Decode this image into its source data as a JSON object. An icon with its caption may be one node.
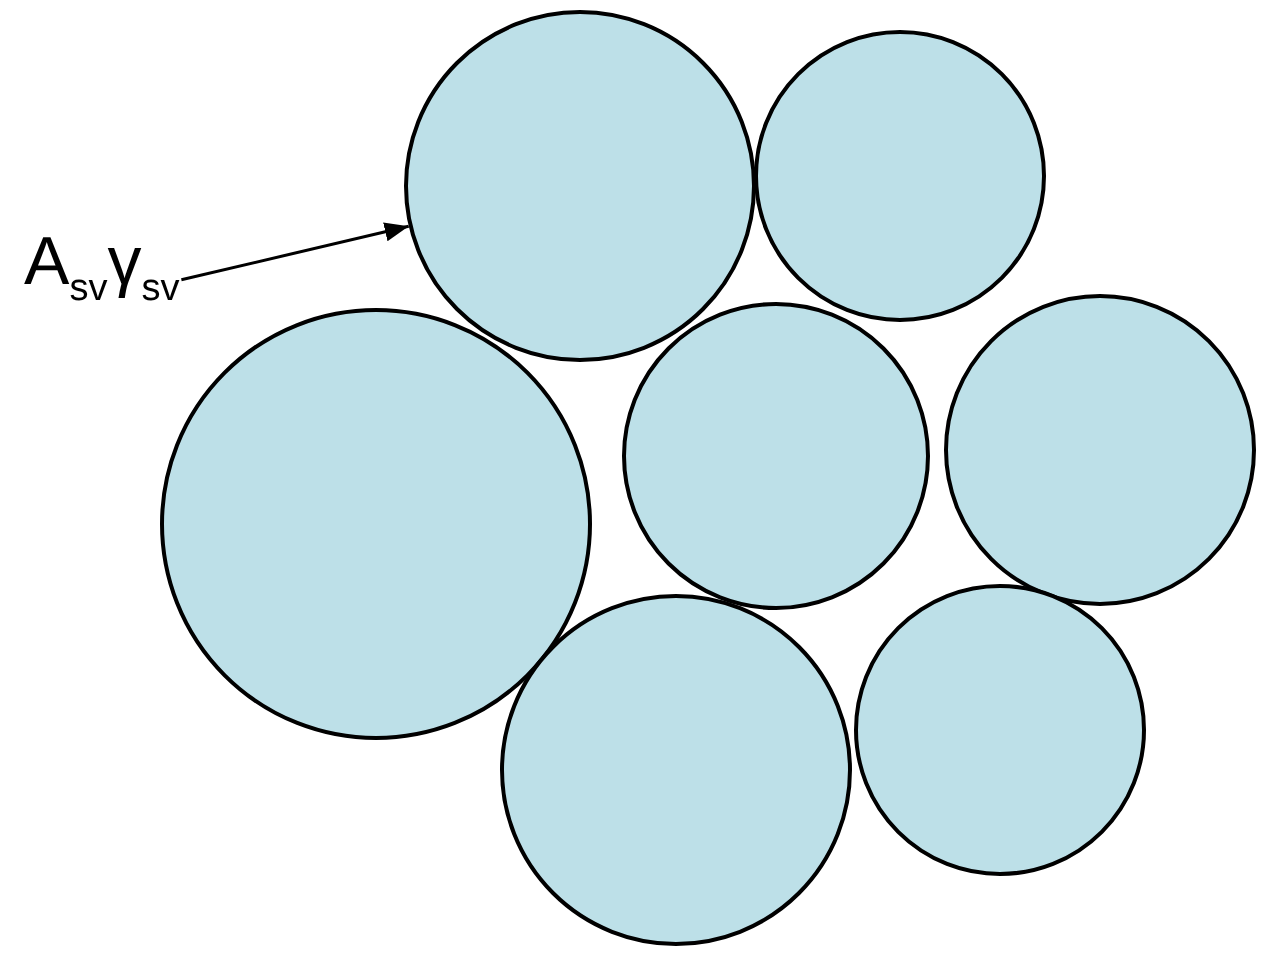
{
  "diagram": {
    "nodes": [
      {
        "text": [
          "A$_{sv}$γ$_{sv}$"
        ]
      },
      {
        "text": [],
        "shape": "circle"
      },
      {
        "text": [],
        "shape": "circle"
      },
      {
        "text": [],
        "shape": "circle"
      },
      {
        "text": [],
        "shape": "circle"
      },
      {
        "text": [],
        "shape": "circle"
      },
      {
        "text": [],
        "shape": "circle"
      },
      {
        "text": [],
        "shape": "circle"
      }
    ],
    "edges": [
      {
        "from": 0,
        "to": 1,
        "arrow": "to"
      }
    ]
  }
}
